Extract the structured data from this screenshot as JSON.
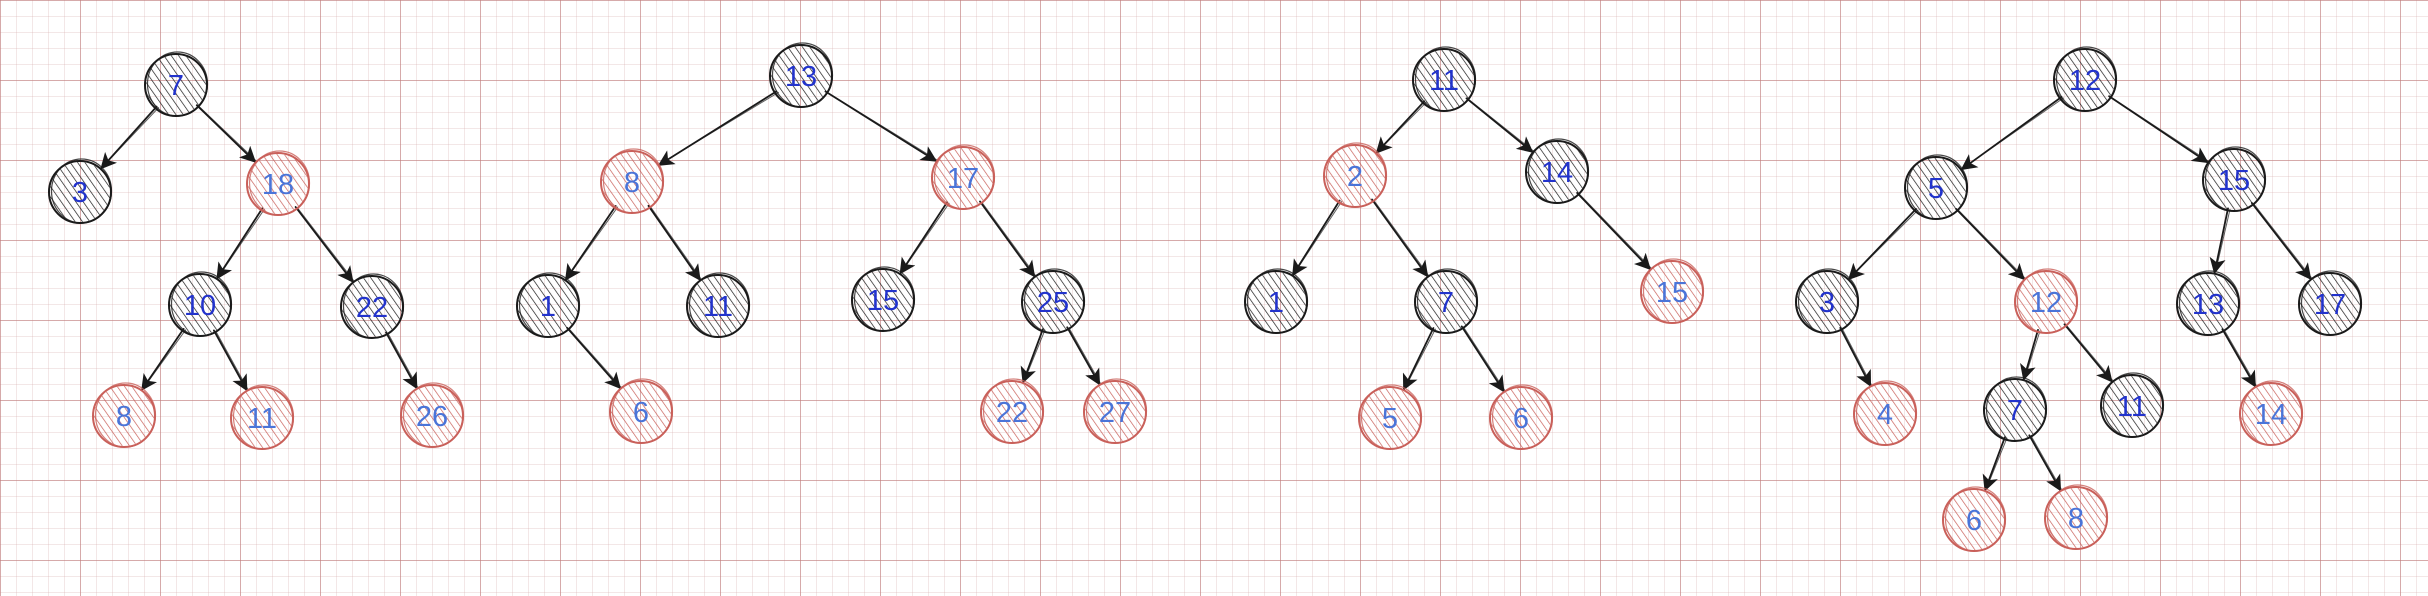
{
  "colors": {
    "black_node": "#1a1a1a",
    "red_node": "#c9605a",
    "label_on_black": "#2233cc",
    "label_on_red": "#4a74d8",
    "edge": "#1a1a1a"
  },
  "trees": [
    {
      "nodes": [
        {
          "id": "t1-7",
          "label": "7",
          "color": "black"
        },
        {
          "id": "t1-3",
          "label": "3",
          "color": "black"
        },
        {
          "id": "t1-18",
          "label": "18",
          "color": "red"
        },
        {
          "id": "t1-10",
          "label": "10",
          "color": "black"
        },
        {
          "id": "t1-22",
          "label": "22",
          "color": "black"
        },
        {
          "id": "t1-8",
          "label": "8",
          "color": "red"
        },
        {
          "id": "t1-11",
          "label": "11",
          "color": "red"
        },
        {
          "id": "t1-26",
          "label": "26",
          "color": "red"
        }
      ],
      "edges": [
        [
          "t1-7",
          "t1-3"
        ],
        [
          "t1-7",
          "t1-18"
        ],
        [
          "t1-18",
          "t1-10"
        ],
        [
          "t1-18",
          "t1-22"
        ],
        [
          "t1-10",
          "t1-8"
        ],
        [
          "t1-10",
          "t1-11"
        ],
        [
          "t1-22",
          "t1-26"
        ]
      ]
    },
    {
      "nodes": [
        {
          "id": "t2-13",
          "label": "13",
          "color": "black"
        },
        {
          "id": "t2-8",
          "label": "8",
          "color": "red"
        },
        {
          "id": "t2-17",
          "label": "17",
          "color": "red"
        },
        {
          "id": "t2-1",
          "label": "1",
          "color": "black"
        },
        {
          "id": "t2-11",
          "label": "11",
          "color": "black"
        },
        {
          "id": "t2-15",
          "label": "15",
          "color": "black"
        },
        {
          "id": "t2-25",
          "label": "25",
          "color": "black"
        },
        {
          "id": "t2-6",
          "label": "6",
          "color": "red"
        },
        {
          "id": "t2-22",
          "label": "22",
          "color": "red"
        },
        {
          "id": "t2-27",
          "label": "27",
          "color": "red"
        }
      ],
      "edges": [
        [
          "t2-13",
          "t2-8"
        ],
        [
          "t2-13",
          "t2-17"
        ],
        [
          "t2-8",
          "t2-1"
        ],
        [
          "t2-8",
          "t2-11"
        ],
        [
          "t2-17",
          "t2-15"
        ],
        [
          "t2-17",
          "t2-25"
        ],
        [
          "t2-1",
          "t2-6"
        ],
        [
          "t2-25",
          "t2-22"
        ],
        [
          "t2-25",
          "t2-27"
        ]
      ]
    },
    {
      "nodes": [
        {
          "id": "t3-11",
          "label": "11",
          "color": "black"
        },
        {
          "id": "t3-2",
          "label": "2",
          "color": "red"
        },
        {
          "id": "t3-14",
          "label": "14",
          "color": "black"
        },
        {
          "id": "t3-1",
          "label": "1",
          "color": "black"
        },
        {
          "id": "t3-7",
          "label": "7",
          "color": "black"
        },
        {
          "id": "t3-15",
          "label": "15",
          "color": "red"
        },
        {
          "id": "t3-5",
          "label": "5",
          "color": "red"
        },
        {
          "id": "t3-6",
          "label": "6",
          "color": "red"
        }
      ],
      "edges": [
        [
          "t3-11",
          "t3-2"
        ],
        [
          "t3-11",
          "t3-14"
        ],
        [
          "t3-2",
          "t3-1"
        ],
        [
          "t3-2",
          "t3-7"
        ],
        [
          "t3-14",
          "t3-15"
        ],
        [
          "t3-7",
          "t3-5"
        ],
        [
          "t3-7",
          "t3-6"
        ]
      ]
    },
    {
      "nodes": [
        {
          "id": "t4-12",
          "label": "12",
          "color": "black"
        },
        {
          "id": "t4-5",
          "label": "5",
          "color": "black"
        },
        {
          "id": "t4-15",
          "label": "15",
          "color": "black"
        },
        {
          "id": "t4-3",
          "label": "3",
          "color": "black"
        },
        {
          "id": "t4-12b",
          "label": "12",
          "color": "red"
        },
        {
          "id": "t4-13",
          "label": "13",
          "color": "black"
        },
        {
          "id": "t4-17",
          "label": "17",
          "color": "black"
        },
        {
          "id": "t4-4",
          "label": "4",
          "color": "red"
        },
        {
          "id": "t4-7",
          "label": "7",
          "color": "black"
        },
        {
          "id": "t4-11",
          "label": "11",
          "color": "black"
        },
        {
          "id": "t4-14",
          "label": "14",
          "color": "red"
        },
        {
          "id": "t4-6",
          "label": "6",
          "color": "red"
        },
        {
          "id": "t4-8",
          "label": "8",
          "color": "red"
        }
      ],
      "edges": [
        [
          "t4-12",
          "t4-5"
        ],
        [
          "t4-12",
          "t4-15"
        ],
        [
          "t4-5",
          "t4-3"
        ],
        [
          "t4-5",
          "t4-12b"
        ],
        [
          "t4-15",
          "t4-13"
        ],
        [
          "t4-15",
          "t4-17"
        ],
        [
          "t4-3",
          "t4-4"
        ],
        [
          "t4-12b",
          "t4-7"
        ],
        [
          "t4-12b",
          "t4-11"
        ],
        [
          "t4-13",
          "t4-14"
        ],
        [
          "t4-7",
          "t4-6"
        ],
        [
          "t4-7",
          "t4-8"
        ]
      ]
    }
  ]
}
